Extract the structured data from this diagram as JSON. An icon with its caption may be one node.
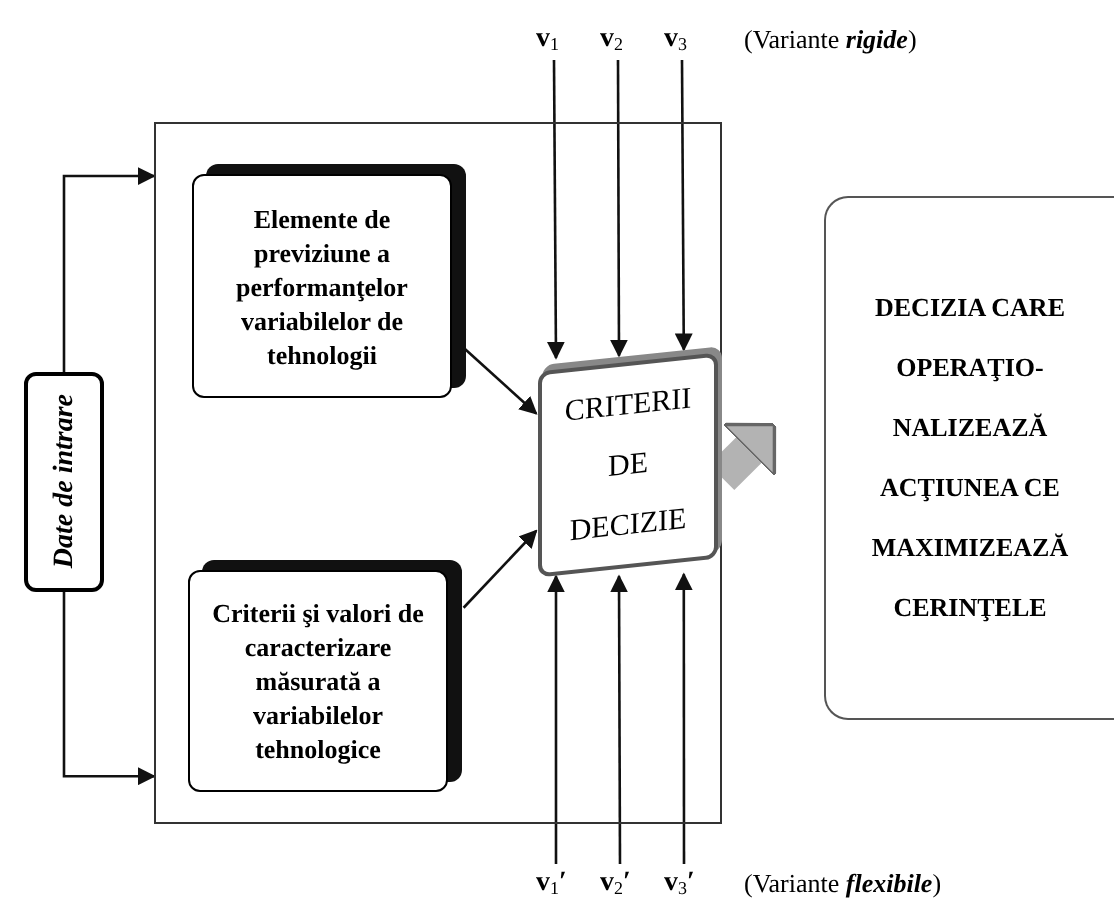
{
  "diagram": {
    "nodes": [
      {
        "text": [],
        "shape": "box"
      },
      {
        "text": [
          "Elemente de previziune a performanţelor variabilelor de tehnologii"
        ],
        "in": 0
      },
      {
        "text": [
          "Criterii şi valori de caracterizare măsurată a variabilelor tehnologice"
        ],
        "in": 0
      },
      {
        "text": [
          "CRITERII DE DECIZIE"
        ],
        "in": 0
      },
      {
        "text": [
          "Date de intrare"
        ]
      },
      {
        "text": [
          "DECIZIA CARE OPERAŢIO- NALIZEAZĂ ACŢIUNEA CE MAXIMIZEAZĂ CERINŢELE"
        ]
      },
      {
        "text": [
          "v$_{1}$"
        ]
      },
      {
        "text": [
          "v$_{2}$"
        ]
      },
      {
        "text": [
          "v$_{3}$"
        ]
      },
      {
        "text": [
          "v$_{1}$′"
        ]
      },
      {
        "text": [
          "v$_{2}$′"
        ]
      },
      {
        "text": [
          "v$_{3}$′"
        ]
      }
    ],
    "edges": [
      {
        "from": 4,
        "to": 0,
        "arrow": "to"
      },
      {
        "from": 4,
        "to": 0,
        "arrow": "to"
      },
      {
        "from": 1,
        "to": 3,
        "arrow": "to"
      },
      {
        "from": 2,
        "to": 3,
        "arrow": "to"
      },
      {
        "from": 6,
        "to": 3,
        "arrow": "to"
      },
      {
        "from": 7,
        "to": 3,
        "arrow": "to"
      },
      {
        "from": 8,
        "to": 3,
        "arrow": "to"
      },
      {
        "from": 9,
        "to": 3,
        "arrow": "to"
      },
      {
        "from": 10,
        "to": 3,
        "arrow": "to"
      },
      {
        "from": 11,
        "to": 3,
        "arrow": "to"
      },
      {
        "from": 3,
        "to": 5,
        "arrow": "to",
        "style": "thick",
        "color": "#b3b3b3"
      }
    ],
    "labels": [
      "(Variante **rigide**)",
      "(Variante **flexibile**)"
    ]
  }
}
